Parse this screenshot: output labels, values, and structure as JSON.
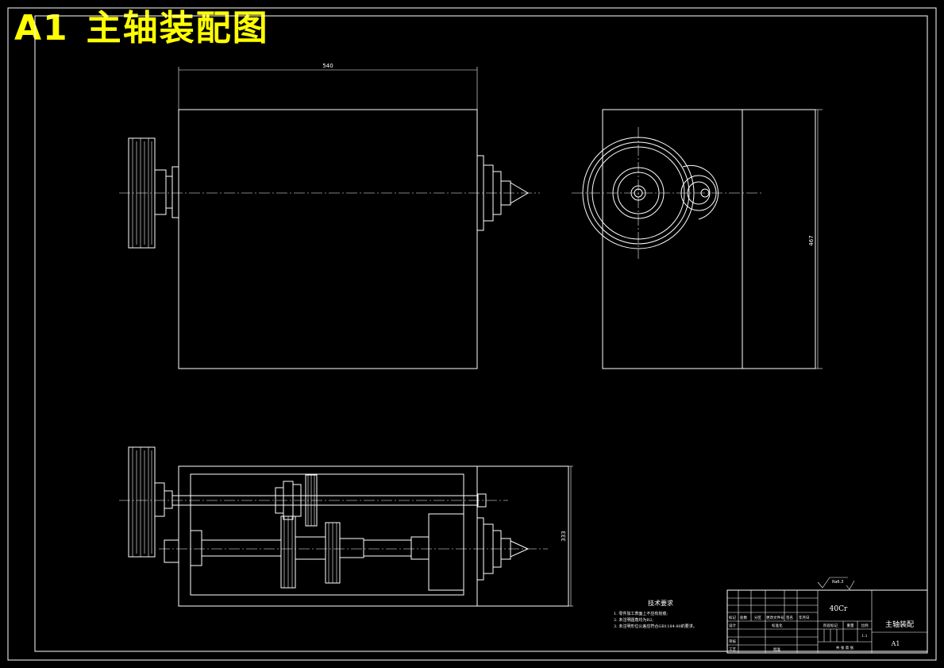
{
  "drawing": {
    "sheet_code": "A1",
    "title": "主轴装配图"
  },
  "dimensions": {
    "front_width": "540",
    "side_height": "467",
    "bottom_height": "333"
  },
  "tech_requirements": {
    "heading": "技术要求",
    "items": [
      "1. 零件加工表面上不应有划痕;",
      "2. 未注明圆角均为R2;",
      "3. 未注明形位公差应符合GB1184-80的要求。"
    ]
  },
  "surface_finish": "Ra6.3",
  "title_block": {
    "material": "40Cr",
    "part_name": "主轴装配",
    "sheet_code": "A1",
    "scale": "1:1",
    "row_labels": [
      "标记",
      "设计",
      "审核",
      "工艺"
    ],
    "header_cells": [
      "处数",
      "分区",
      "更改文件号",
      "签名",
      "年月日"
    ],
    "std_label": "标准化",
    "approve_label": "批准",
    "stage_label": "阶段标记",
    "weight_label": "重量",
    "scale_label": "比例",
    "sheets_label": "共 张 第 张"
  },
  "colors": {
    "background": "#000000",
    "lines": "#ffffff",
    "heading": "#ffff00"
  }
}
